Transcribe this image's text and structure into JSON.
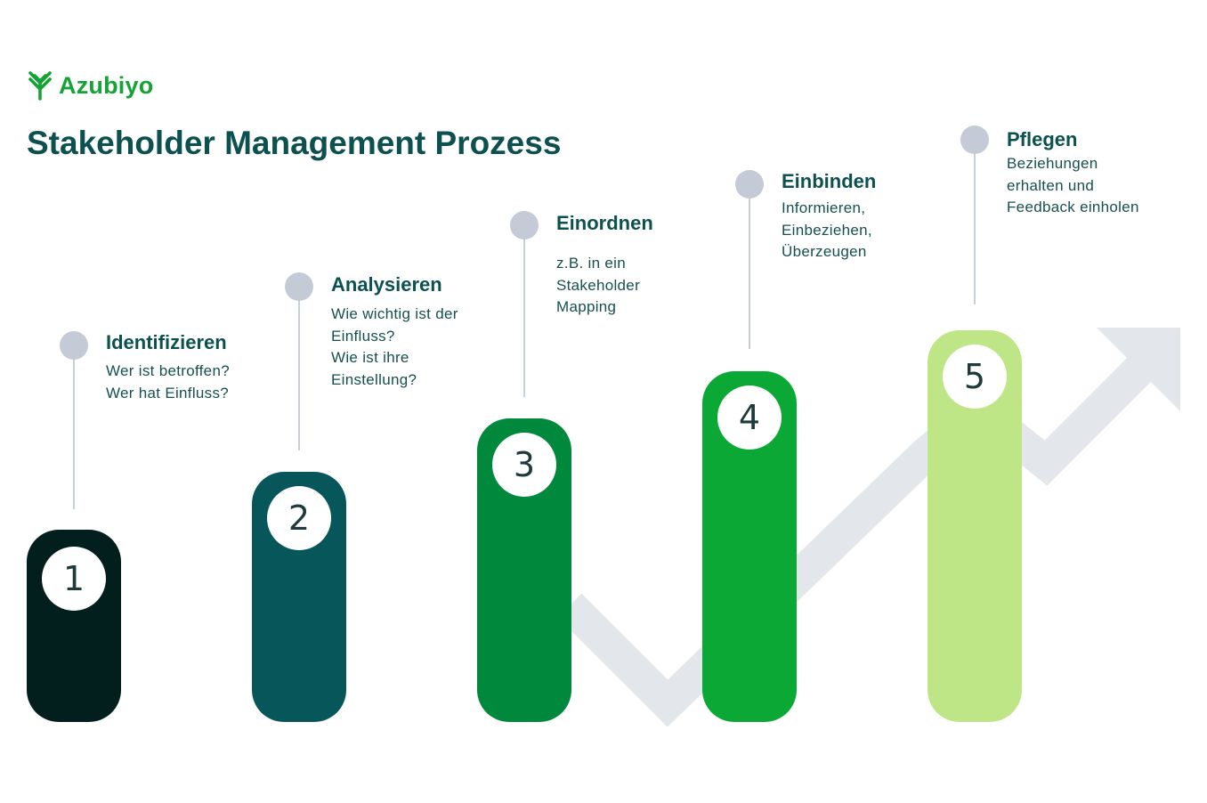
{
  "brand": {
    "name": "Azubiyo",
    "color": "#15a336"
  },
  "title": "Stakeholder Management Prozess",
  "colors": {
    "title": "#0c5150",
    "connector": "#c8cfd8",
    "dot": "#c4cbd6",
    "trend_arrow": "#e3e6ea"
  },
  "steps": [
    {
      "number": "1",
      "title": "Identifizieren",
      "lines": [
        "Wer ist betroffen?",
        "Wer hat Einfluss?"
      ],
      "color": "#031f1d"
    },
    {
      "number": "2",
      "title": "Analysieren",
      "lines": [
        "Wie wichtig ist der",
        "Einfluss?",
        "Wie ist ihre",
        "Einstellung?"
      ],
      "color": "#07575a"
    },
    {
      "number": "3",
      "title": "Einordnen",
      "lines": [
        "z.B. in ein",
        "Stakeholder",
        "Mapping"
      ],
      "color": "#00883c"
    },
    {
      "number": "4",
      "title": "Einbinden",
      "lines": [
        "Informieren,",
        "Einbeziehen,",
        "Überzeugen"
      ],
      "color": "#0ba836"
    },
    {
      "number": "5",
      "title": "Pflegen",
      "lines": [
        "Beziehungen",
        "erhalten und",
        "Feedback einholen"
      ],
      "color": "#bfe686"
    }
  ]
}
